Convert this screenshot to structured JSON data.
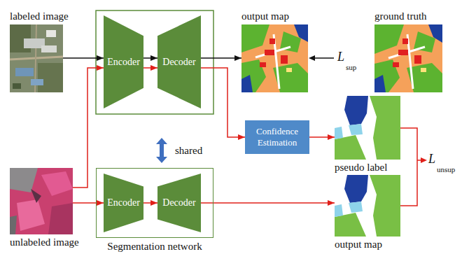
{
  "diagram": {
    "nodes": [
      {
        "text": [
          "labeled image"
        ]
      },
      {
        "text": [
          "Encoder"
        ]
      },
      {
        "text": [
          "Decoder"
        ]
      },
      {
        "text": [
          "output map"
        ]
      },
      {
        "text": [
          "ground truth"
        ]
      },
      {
        "text": [
          "Confidence Estimation"
        ]
      },
      {
        "text": [
          "pseudo label"
        ]
      },
      {
        "text": [
          "unlabeled image"
        ]
      },
      {
        "text": [
          "Segmentation network"
        ]
      },
      {
        "text": [
          "Encoder"
        ],
        "in": 8
      },
      {
        "text": [
          "Decoder"
        ],
        "in": 8
      },
      {
        "text": [
          "output map"
        ]
      }
    ],
    "edges": [
      {
        "from": 0,
        "to": 1,
        "arrow": "to"
      },
      {
        "from": 1,
        "to": 2,
        "arrow": "to"
      },
      {
        "from": 1,
        "to": 2,
        "arrow": "to"
      },
      {
        "from": 2,
        "to": 3,
        "arrow": "to"
      },
      {
        "from": 7,
        "to": 1,
        "arrow": "to"
      },
      {
        "from": 2,
        "to": 5,
        "arrow": "to"
      },
      {
        "from": 5,
        "to": 6,
        "arrow": "to"
      },
      {
        "from": 7,
        "to": 9,
        "arrow": "to"
      },
      {
        "from": 9,
        "to": 10,
        "arrow": "to"
      },
      {
        "from": 10,
        "to": 11,
        "arrow": "to"
      }
    ],
    "labels": [
      "shared",
      "L",
      "sup",
      "L",
      "unsup"
    ]
  }
}
